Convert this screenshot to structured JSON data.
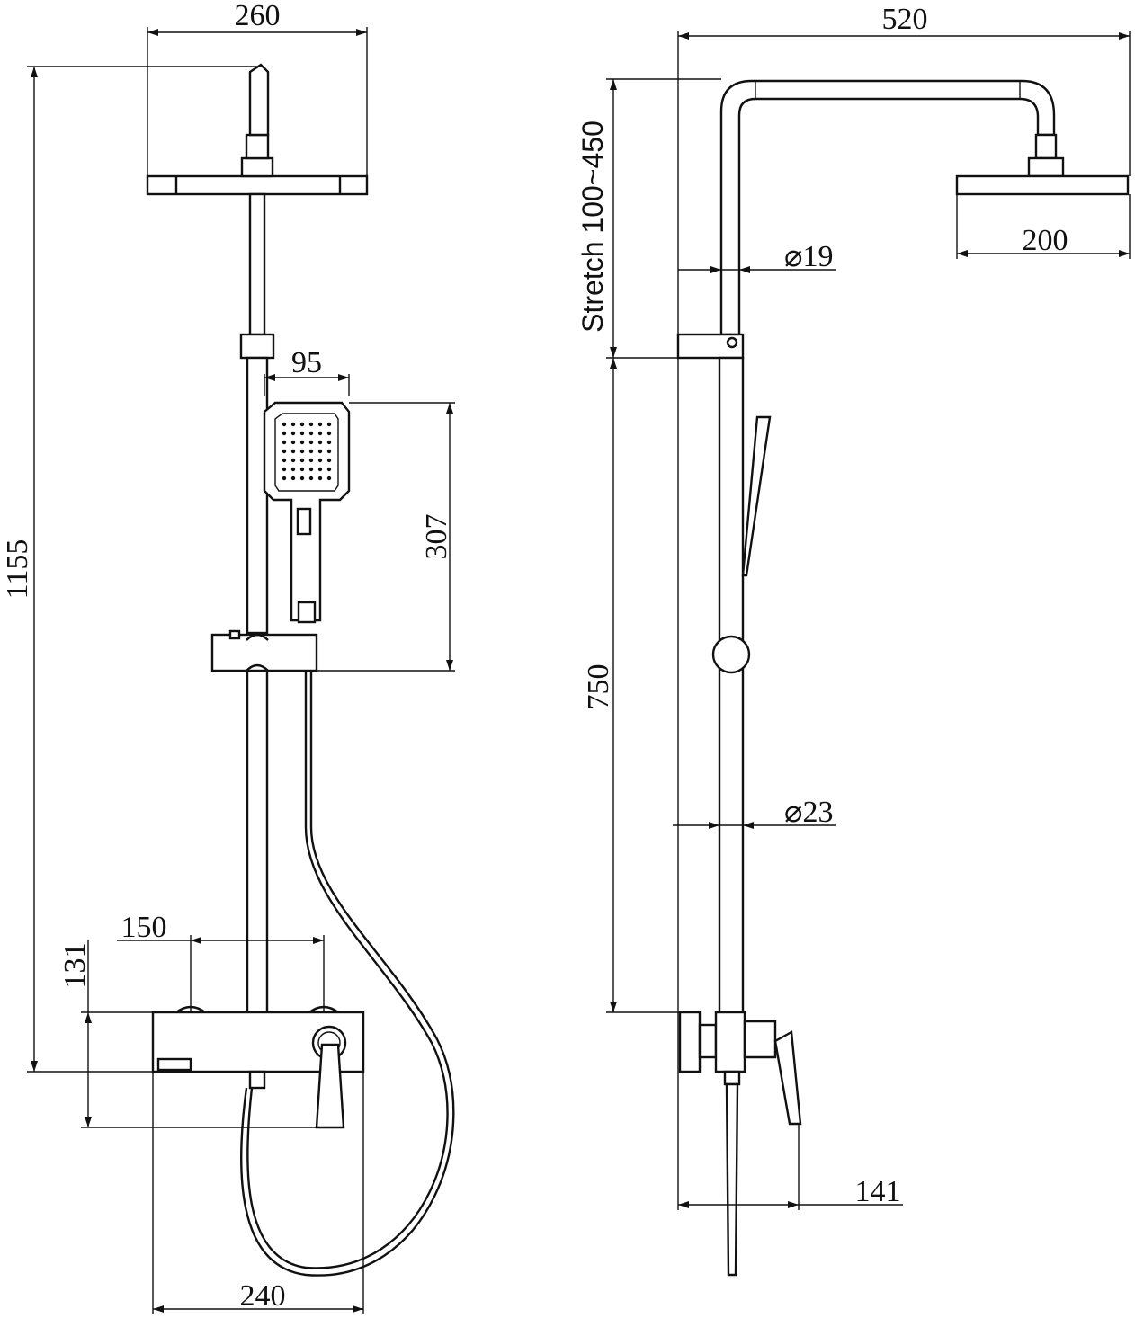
{
  "drawing": {
    "front_view": {
      "overhead_width": "260",
      "total_height": "1155",
      "handshower_width": "95",
      "handshower_length": "307",
      "inlet_spacing": "150",
      "mixer_height": "131",
      "mixer_width": "240"
    },
    "side_view": {
      "arm_projection": "520",
      "stretch_label": "Stretch 100~450",
      "upper_tube_diameter": "⌀19",
      "head_depth": "200",
      "rail_length": "750",
      "lower_tube_diameter": "⌀23",
      "mixer_projection": "141"
    }
  },
  "colors": {
    "line": "#111111",
    "background": "#ffffff"
  }
}
